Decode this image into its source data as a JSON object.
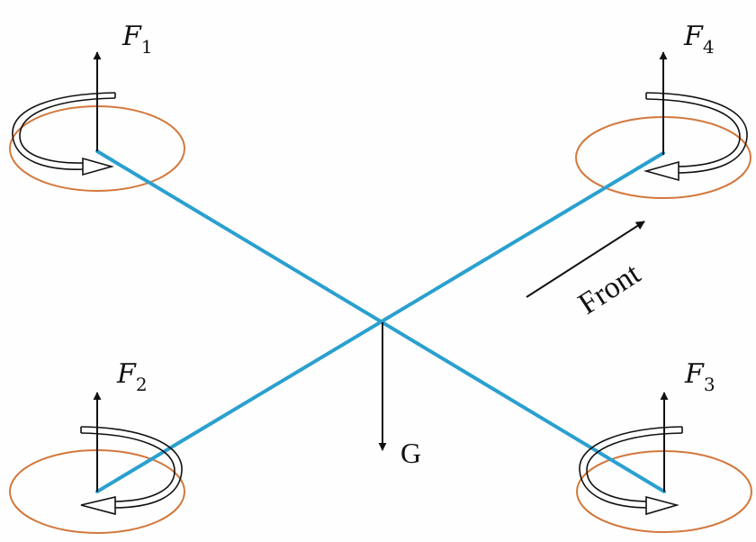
{
  "forces": {
    "f1": {
      "symbol": "F",
      "subscript": "1"
    },
    "f2": {
      "symbol": "F",
      "subscript": "2"
    },
    "f3": {
      "symbol": "F",
      "subscript": "3"
    },
    "f4": {
      "symbol": "F",
      "subscript": "4"
    }
  },
  "gravity": {
    "label": "G"
  },
  "direction": {
    "label": "Front"
  },
  "colors": {
    "arms": "#2aa0cf",
    "rotor_disc": "#d2783c",
    "arrows": "#111111"
  },
  "rotation_icons": {
    "rotor_1": "counterclockwise-arrow-icon",
    "rotor_2": "clockwise-arrow-icon",
    "rotor_3": "counterclockwise-arrow-icon",
    "rotor_4": "clockwise-arrow-icon"
  }
}
